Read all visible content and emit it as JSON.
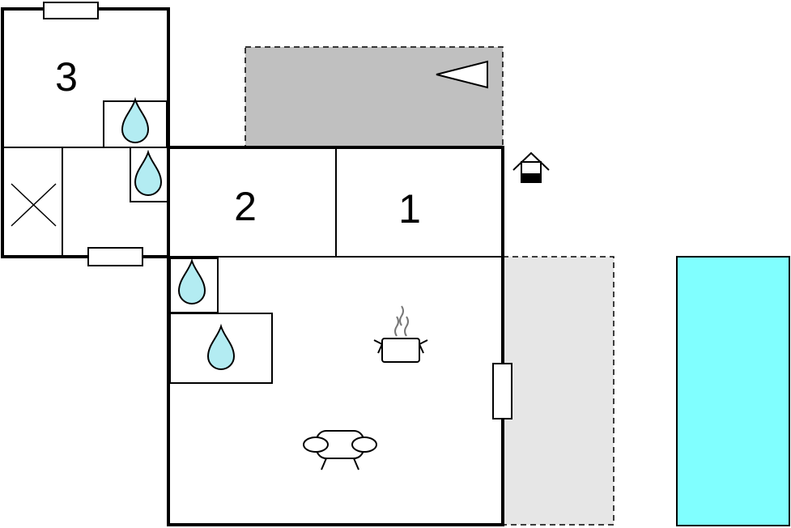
{
  "rooms": {
    "room_1": "1",
    "room_2": "2",
    "room_3": "3"
  },
  "icons": {
    "water": "water-drop-icon",
    "kitchen": "cooking-pot-icon",
    "living": "sofa-icon",
    "terrace": "terrace-flag-icon",
    "stove": "fireplace-icon",
    "storage": "storage-cross-icon"
  },
  "colors": {
    "walls": "#000000",
    "covered_terrace": "#c0c0c0",
    "open_terrace": "#e6e6e6",
    "pool": "#80ffff",
    "water_drop": "#b3ecf2"
  }
}
